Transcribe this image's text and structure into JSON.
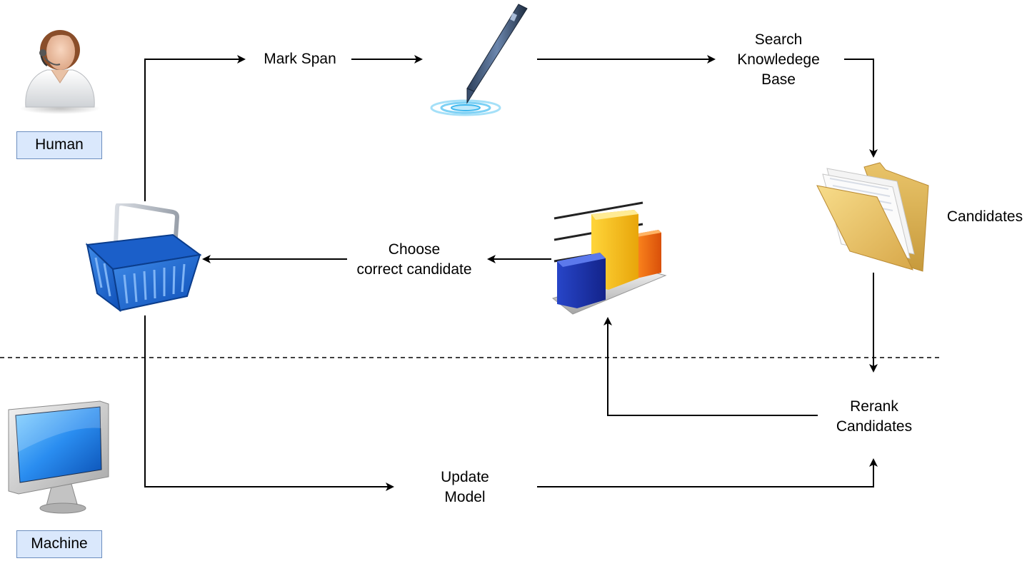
{
  "roles": {
    "human": "Human",
    "machine": "Machine"
  },
  "steps": {
    "mark_span": "Mark Span",
    "search_kb": "Search\nKnowledege\nBase",
    "candidates": "Candidates",
    "choose": "Choose\ncorrect candidate",
    "rerank": "Rerank\nCandidates",
    "update": "Update\nModel"
  },
  "icons": {
    "human": "person-headset-icon",
    "pen": "stylus-pen-icon",
    "folder": "document-folder-icon",
    "chart": "bar-chart-icon",
    "basket": "shopping-basket-icon",
    "machine": "monitor-icon"
  },
  "colors": {
    "tag_fill": "#dae8fc",
    "tag_border": "#6c8ebf",
    "arrow": "#000000"
  }
}
